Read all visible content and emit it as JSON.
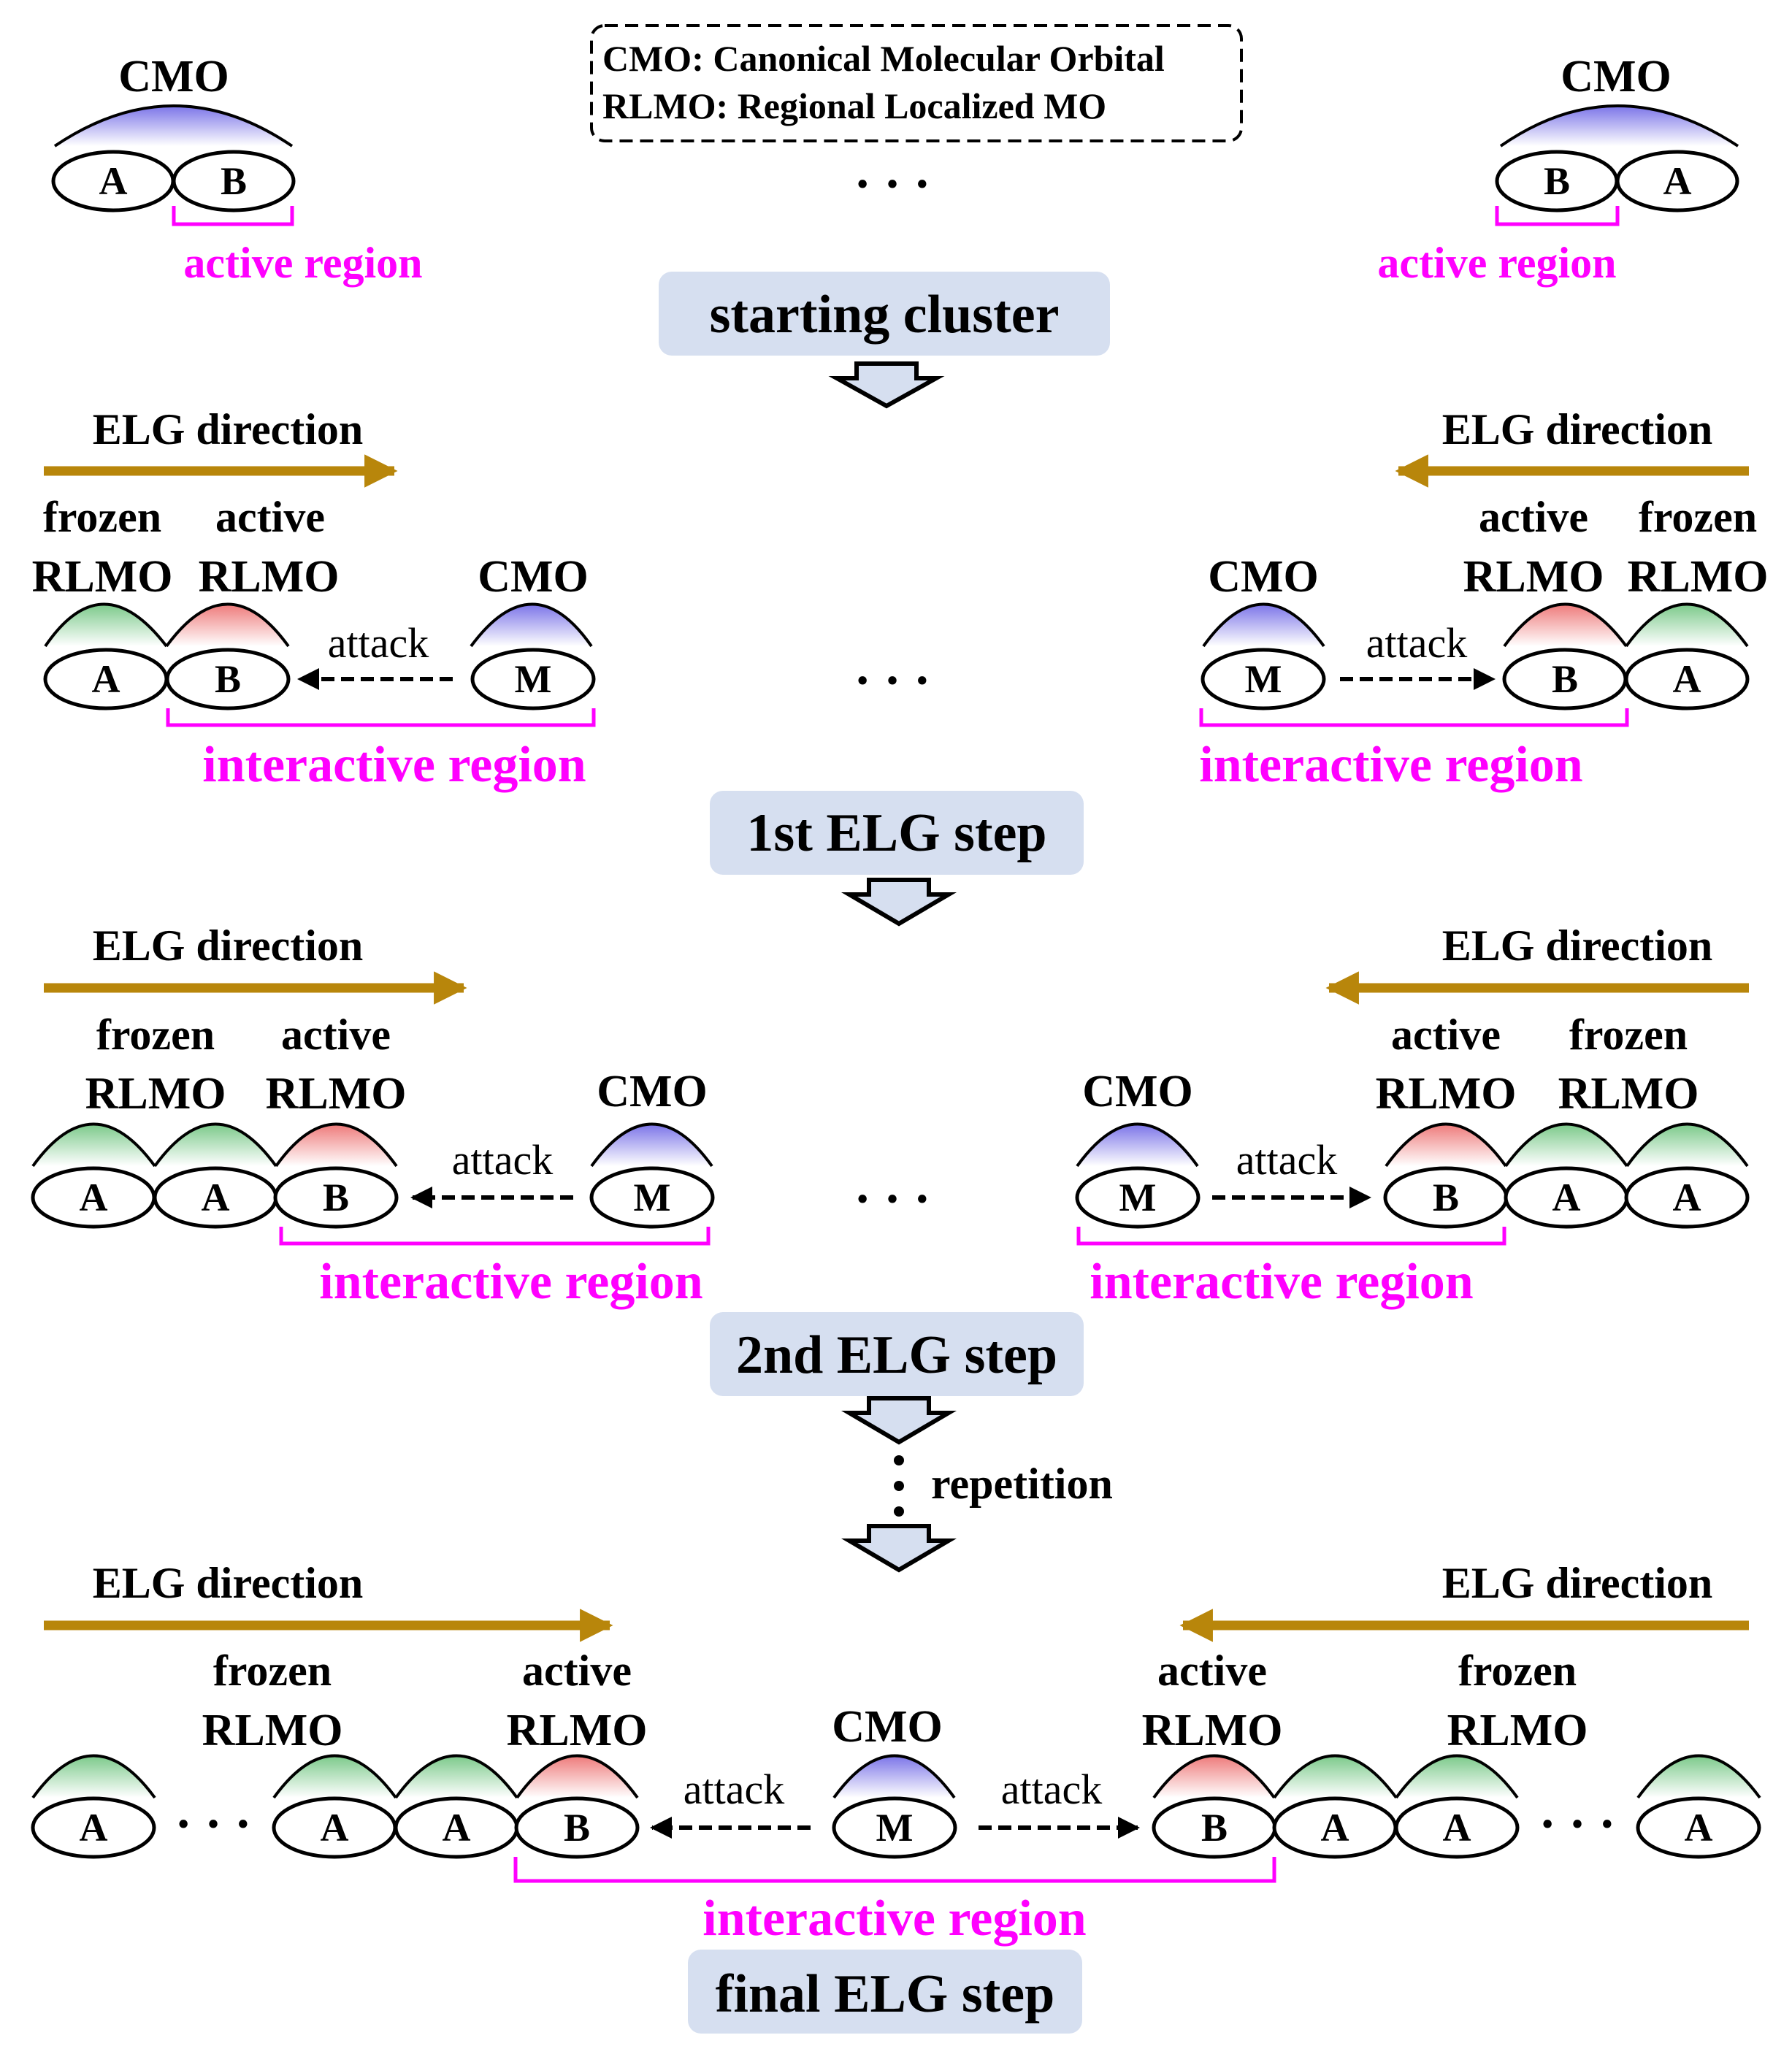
{
  "legend": {
    "line1": "CMO: Canonical Molecular Orbital",
    "line2": "RLMO: Regional Localized MO"
  },
  "labels": {
    "cmo": "CMO",
    "active_region": "active region",
    "elg_direction": "ELG direction",
    "frozen": "frozen",
    "active": "active",
    "rlmo": "RLMO",
    "attack": "attack",
    "interactive_region": "interactive region",
    "repetition": "repetition",
    "ellipsis": "· · ·"
  },
  "fragments": {
    "a": "A",
    "b": "B",
    "m": "M"
  },
  "steps": {
    "starting": "starting cluster",
    "first": "1st ELG step",
    "second": "2nd ELG step",
    "final": "final ELG step"
  },
  "colors": {
    "cmo": "#7b74e8",
    "frozen": "#7bc98a",
    "active": "#ee7a7a",
    "region": "#ff00ff",
    "direction": "#b8860b",
    "step_box": "#d6dff0"
  }
}
